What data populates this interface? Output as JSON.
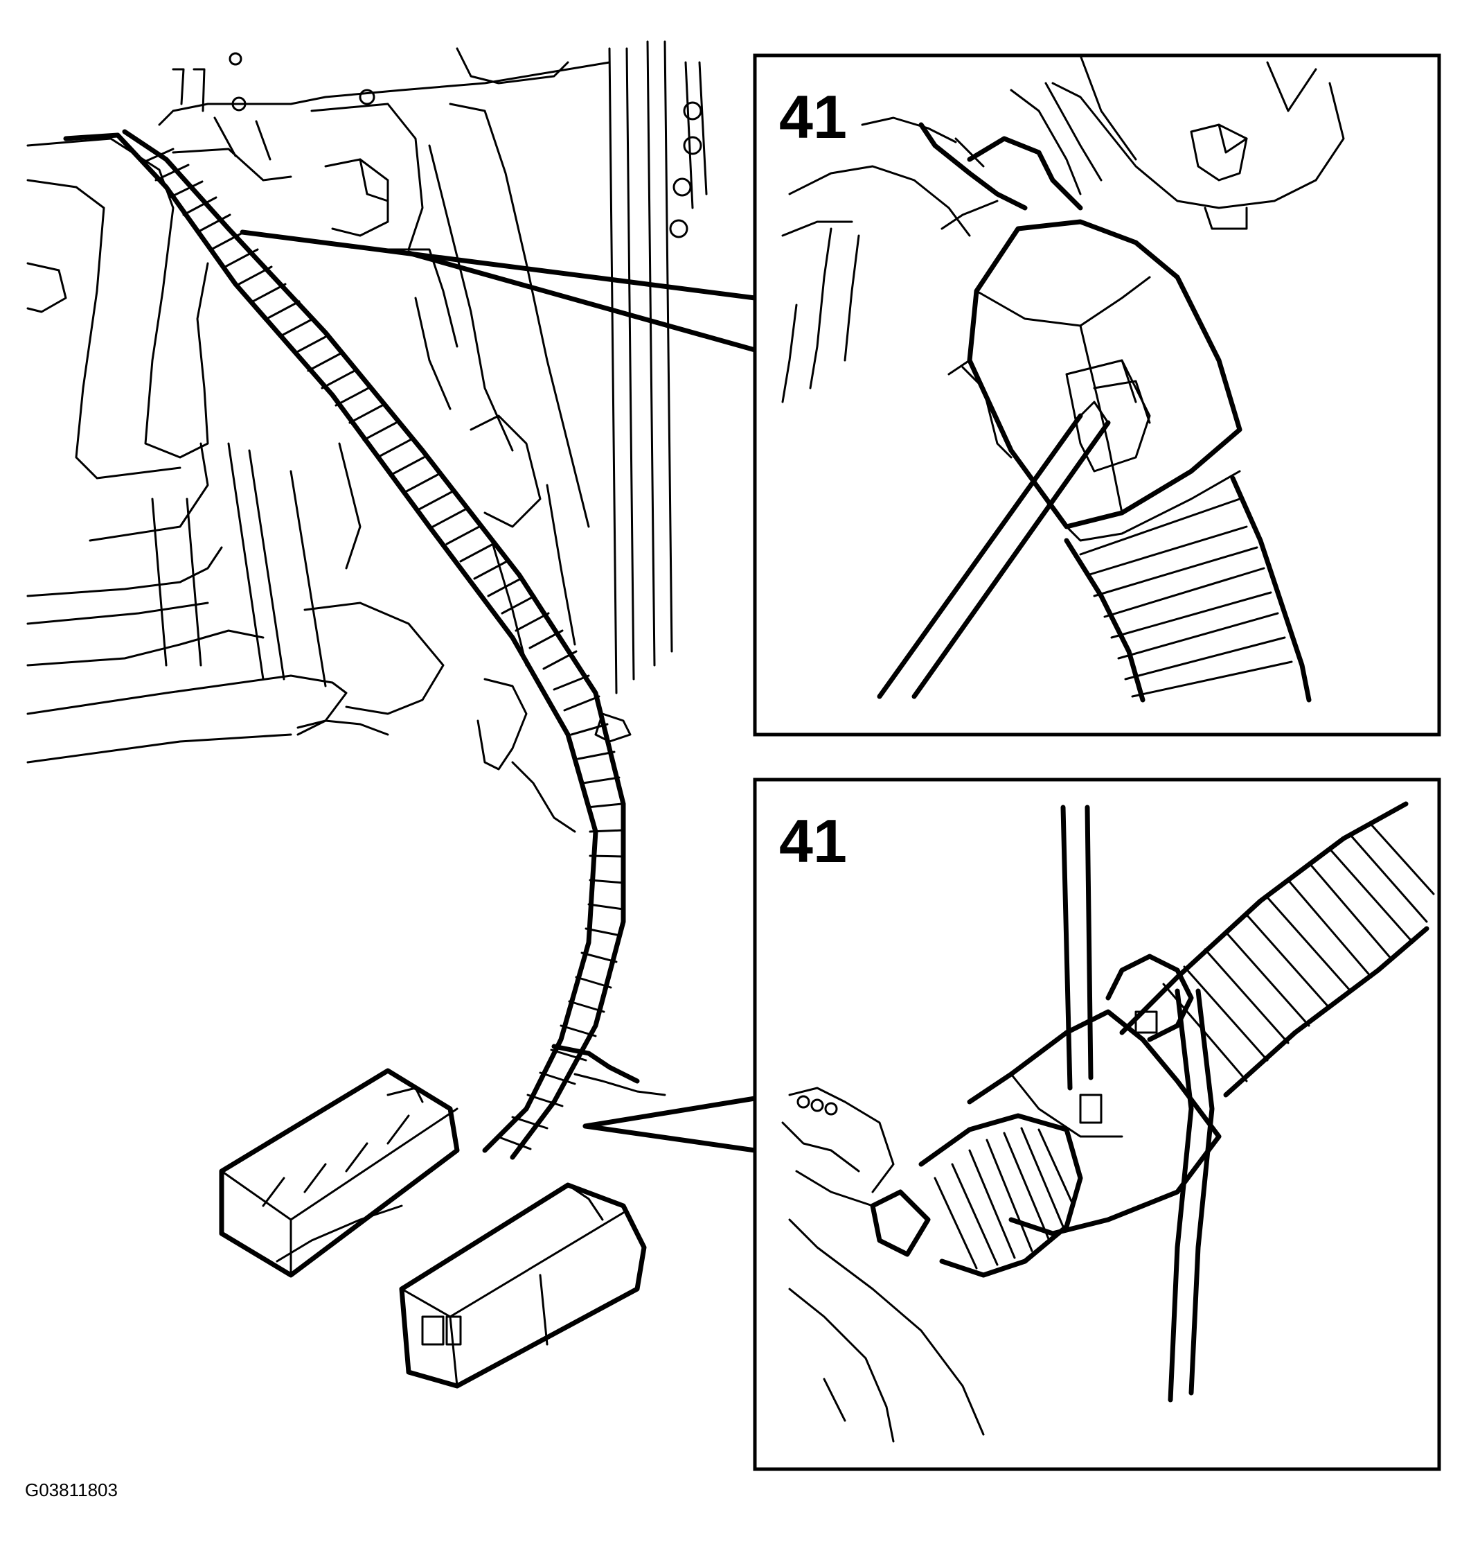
{
  "insets": [
    {
      "label": "41"
    },
    {
      "label": "41"
    }
  ],
  "figure_id": "G03811803"
}
